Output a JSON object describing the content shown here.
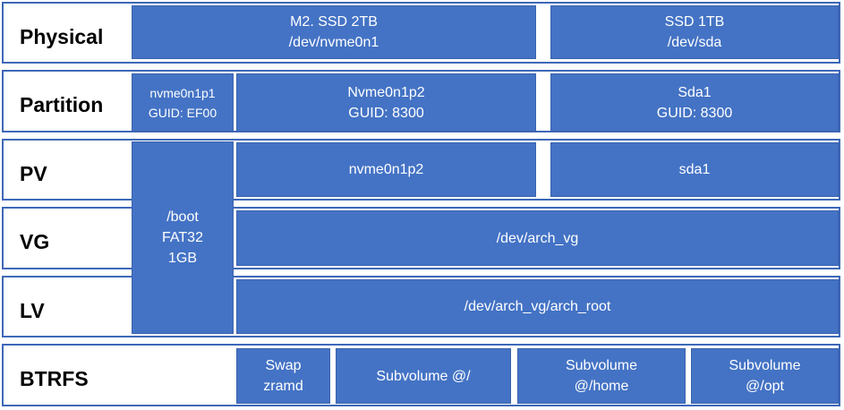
{
  "rows": [
    {
      "label": "Physical"
    },
    {
      "label": "Partition"
    },
    {
      "label": "PV"
    },
    {
      "label": "VG"
    },
    {
      "label": "LV"
    },
    {
      "label": "BTRFS"
    }
  ],
  "physical": {
    "nvme": {
      "line1": "M2. SSD 2TB",
      "line2": "/dev/nvme0n1"
    },
    "sda": {
      "line1": "SSD 1TB",
      "line2": "/dev/sda"
    }
  },
  "partition": {
    "p1": {
      "line1": "nvme0n1p1",
      "line2": "GUID: EF00"
    },
    "p2": {
      "line1": "Nvme0n1p2",
      "line2": "GUID: 8300"
    },
    "sda1": {
      "line1": "Sda1",
      "line2": "GUID: 8300"
    }
  },
  "boot": {
    "line1": "/boot",
    "line2": "FAT32",
    "line3": "1GB"
  },
  "pv": {
    "nvme": "nvme0n1p2",
    "sda": "sda1"
  },
  "vg": {
    "name": "/dev/arch_vg"
  },
  "lv": {
    "name": "/dev/arch_vg/arch_root"
  },
  "btrfs": {
    "swap": {
      "line1": "Swap",
      "line2": "zramd"
    },
    "root": {
      "line1": "Subvolume @/"
    },
    "home": {
      "line1": "Subvolume",
      "line2": "@/home"
    },
    "opt": {
      "line1": "Subvolume",
      "line2": "@/opt"
    }
  },
  "colors": {
    "box_fill": "#4473c5",
    "frame_border": "#3e68b8",
    "label_text": "#000000"
  }
}
